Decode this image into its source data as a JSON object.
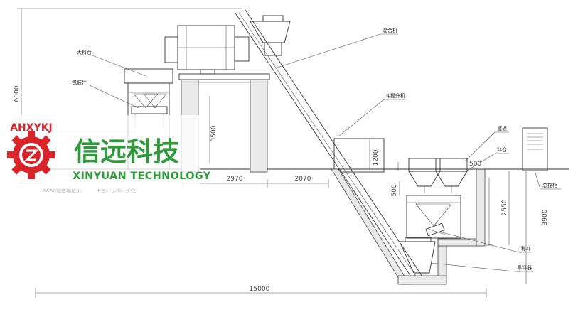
{
  "watermark": {
    "brand_cn": "信远科技",
    "brand_en": "XINYUAN TECHNOLOGY",
    "logo_arc_text": "AHXYKJ",
    "brand_color": "#2e9a3a",
    "logo_color": "#d9242a"
  },
  "labels": {
    "big_bin": "大料仓",
    "packing_scale": "包装秤",
    "mixer": "混合机",
    "bucket_elevator": "斗提升机",
    "grate": "篦板",
    "material_bin": "料仓",
    "control_cabinet": "总控柜",
    "hopper": "称斗",
    "guide_hopper": "导料器",
    "faint_left_1": "XXXX混合输送机",
    "faint_left_2": "平台、扶梯、护栏"
  },
  "dimensions": {
    "height_total": "6000",
    "platform_height": "3500",
    "gap_1": "2970",
    "gap_2": "2070",
    "elevator_box": "1200",
    "bin_top": "500",
    "pit_top": "500",
    "pit_depth": "2550",
    "pit_total": "3900",
    "overall_length": "15000"
  }
}
